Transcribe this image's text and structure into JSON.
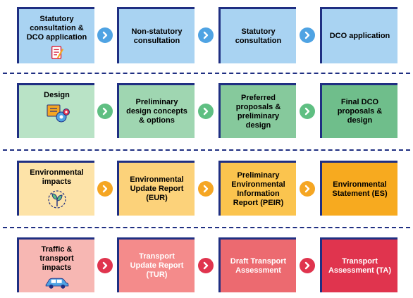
{
  "rows": [
    {
      "color": "#a9d3f2",
      "text_color": "#1a1a2e",
      "arrow_color": "#4fa3e3",
      "icon": "document-pen-icon",
      "cards": [
        "Statutory consultation & DCO application",
        "Non-statutory consultation",
        "Statutory consultation",
        "DCO application"
      ]
    },
    {
      "color": "#b9e3c6",
      "text_color": "#1a1a2e",
      "arrow_color": "#5fbf82",
      "icon": "design-gears-icon",
      "cards": [
        "Design",
        "Preliminary design concepts & options",
        "Preferred proposals & preliminary design",
        "Final DCO proposals & design"
      ]
    },
    {
      "color": "#fde3a8",
      "text_color": "#1a1a2e",
      "arrow_color": "#f5a623",
      "icon": "plant-leaf-icon",
      "cards": [
        "Environmental impacts",
        "Environmental Update Report (EUR)",
        "Preliminary Environmental Information Report (PEIR)",
        "Environmental Statement (ES)"
      ]
    },
    {
      "color": "#f7b7b3",
      "text_color": "#1a1a2e",
      "arrow_color": "#e0344e",
      "icon": "car-icon",
      "cards": [
        "Traffic & transport impacts",
        "Transport Update Report (TUR)",
        "Draft Transport Assessment",
        "Transport Assessment (TA)"
      ]
    }
  ]
}
